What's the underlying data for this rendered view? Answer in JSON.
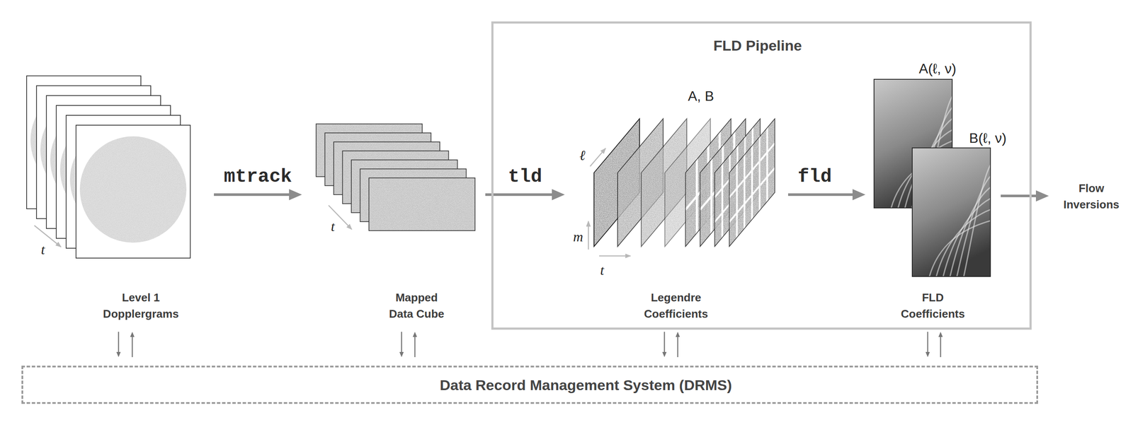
{
  "diagram": {
    "nodes": [
      {
        "text": [
          "Level 1 Dopplergrams"
        ]
      },
      {
        "text": [
          "Mapped Data Cube"
        ]
      },
      {
        "text": [
          "FLD Pipeline"
        ]
      },
      {
        "text": [
          "Legendre Coefficients"
        ],
        "in": 2
      },
      {
        "text": [
          "FLD Coefficients"
        ],
        "in": 2
      },
      {
        "text": [
          "Flow Inversions"
        ]
      },
      {
        "text": [
          "Data Record Management System (DRMS)"
        ]
      }
    ],
    "edges": [
      {
        "from": 0,
        "to": 1,
        "label": "mtrack",
        "arrow": "to"
      },
      {
        "from": 1,
        "to": 3,
        "label": "tld",
        "arrow": "to"
      },
      {
        "from": 3,
        "to": 4,
        "label": "fld",
        "arrow": "to"
      },
      {
        "from": 4,
        "to": 5,
        "arrow": "to"
      },
      {
        "from": 0,
        "to": 6,
        "arrow": "to"
      },
      {
        "from": 6,
        "to": 0,
        "arrow": "to"
      },
      {
        "from": 1,
        "to": 6,
        "arrow": "to"
      },
      {
        "from": 6,
        "to": 1,
        "arrow": "to"
      },
      {
        "from": 3,
        "to": 6,
        "arrow": "to"
      },
      {
        "from": 6,
        "to": 3,
        "arrow": "to"
      },
      {
        "from": 4,
        "to": 6,
        "arrow": "to"
      },
      {
        "from": 6,
        "to": 4,
        "arrow": "to"
      }
    ],
    "labels": [
      "t",
      "t",
      "ℓ",
      "m",
      "t",
      "A, B",
      "A(ℓ, ν)",
      "B(ℓ, ν)"
    ]
  }
}
